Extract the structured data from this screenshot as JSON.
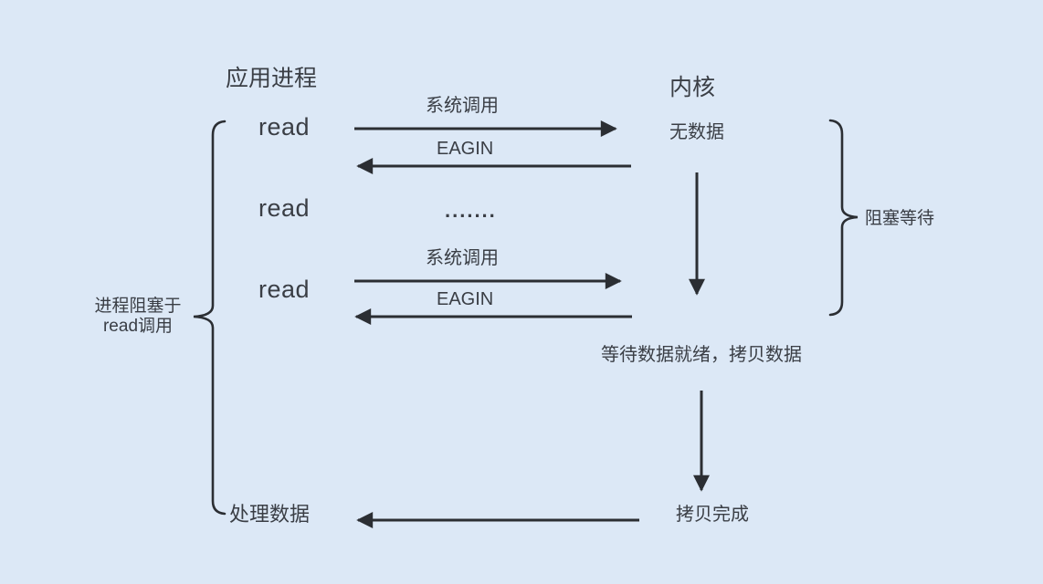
{
  "diagram": {
    "app_process_title": "应用进程",
    "kernel_title": "内核",
    "read_label_1": "read",
    "read_label_2": "read",
    "read_label_3": "read",
    "syscall_label_1": "系统调用",
    "eagin_label_1": "EAGIN",
    "syscall_label_2": "系统调用",
    "eagin_label_2": "EAGIN",
    "no_data_label": "无数据",
    "dots_label": ".......",
    "wait_copy_label": "等待数据就绪，拷贝数据",
    "copy_done_label": "拷贝完成",
    "process_data_label": "处理数据",
    "blocked_brace_label_line1": "进程阻塞于",
    "blocked_brace_label_line2": "read调用",
    "blocking_wait_label": "阻塞等待",
    "colors": {
      "background": "#dce8f6",
      "line": "#2b2e33",
      "text": "#3a3e45"
    }
  }
}
